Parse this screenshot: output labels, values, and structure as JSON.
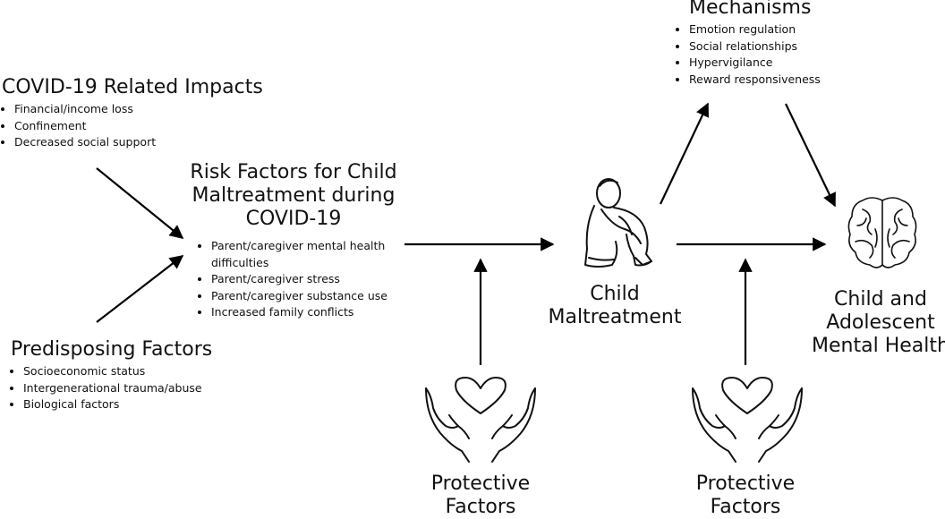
{
  "covid": {
    "title": "COVID-19 Related Impacts",
    "items": [
      "Financial/income loss",
      "Confinement",
      "Decreased social support"
    ]
  },
  "predisposing": {
    "title": "Predisposing Factors",
    "items": [
      "Socioeconomic status",
      "Intergenerational trauma/abuse",
      "Biological factors"
    ]
  },
  "risk": {
    "title_line1": "Risk Factors for Child",
    "title_line2": "Maltreatment during",
    "title_line3": "COVID-19",
    "items": [
      "Parent/caregiver mental health difficulties",
      "Parent/caregiver stress",
      "Parent/caregiver substance use",
      "Increased family conflicts"
    ]
  },
  "mechanisms": {
    "title": "Mechanisms",
    "items": [
      "Emotion regulation",
      "Social relationships",
      "Hypervigilance",
      "Reward responsiveness"
    ]
  },
  "maltreatment": {
    "line1": "Child",
    "line2": "Maltreatment",
    "icon": "sitting-child-icon"
  },
  "outcome": {
    "line1": "Child and",
    "line2": "Adolescent",
    "line3": "Mental Health",
    "icon": "brain-icon"
  },
  "protective_left": {
    "line1": "Protective",
    "line2": "Factors",
    "icon": "hands-heart-icon"
  },
  "protective_right": {
    "line1": "Protective",
    "line2": "Factors",
    "icon": "hands-heart-icon"
  }
}
